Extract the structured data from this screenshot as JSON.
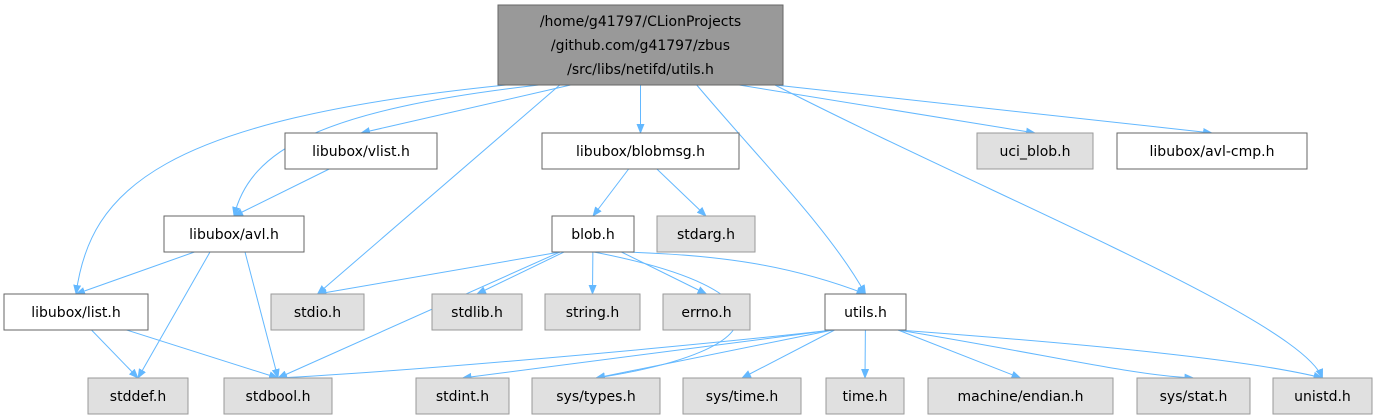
{
  "colors": {
    "edge": "#63b8ff",
    "root_fill": "#999999",
    "root_stroke": "#666666",
    "project_fill": "#ffffff",
    "project_stroke": "#666666",
    "system_fill": "#e0e0e0",
    "system_stroke": "#999999"
  },
  "nodes": {
    "root": {
      "lines": [
        "/home/g41797/CLionProjects",
        "/github.com/g41797/zbus",
        "/src/libs/netifd/utils.h"
      ],
      "kind": "root"
    },
    "vlist": {
      "lines": [
        "libubox/vlist.h"
      ],
      "kind": "project"
    },
    "blobmsg": {
      "lines": [
        "libubox/blobmsg.h"
      ],
      "kind": "project"
    },
    "uci_blob": {
      "lines": [
        "uci_blob.h"
      ],
      "kind": "system"
    },
    "avlcmp": {
      "lines": [
        "libubox/avl-cmp.h"
      ],
      "kind": "project"
    },
    "avl": {
      "lines": [
        "libubox/avl.h"
      ],
      "kind": "project"
    },
    "blob": {
      "lines": [
        "blob.h"
      ],
      "kind": "project"
    },
    "stdarg": {
      "lines": [
        "stdarg.h"
      ],
      "kind": "system"
    },
    "list": {
      "lines": [
        "libubox/list.h"
      ],
      "kind": "project"
    },
    "stdio": {
      "lines": [
        "stdio.h"
      ],
      "kind": "system"
    },
    "stdlib": {
      "lines": [
        "stdlib.h"
      ],
      "kind": "system"
    },
    "string": {
      "lines": [
        "string.h"
      ],
      "kind": "system"
    },
    "errno": {
      "lines": [
        "errno.h"
      ],
      "kind": "system"
    },
    "utils": {
      "lines": [
        "utils.h"
      ],
      "kind": "project"
    },
    "stddef": {
      "lines": [
        "stddef.h"
      ],
      "kind": "system"
    },
    "stdbool": {
      "lines": [
        "stdbool.h"
      ],
      "kind": "system"
    },
    "stdint": {
      "lines": [
        "stdint.h"
      ],
      "kind": "system"
    },
    "systypes": {
      "lines": [
        "sys/types.h"
      ],
      "kind": "system"
    },
    "systime": {
      "lines": [
        "sys/time.h"
      ],
      "kind": "system"
    },
    "time": {
      "lines": [
        "time.h"
      ],
      "kind": "system"
    },
    "endian": {
      "lines": [
        "machine/endian.h"
      ],
      "kind": "system"
    },
    "sysstat": {
      "lines": [
        "sys/stat.h"
      ],
      "kind": "system"
    },
    "unistd": {
      "lines": [
        "unistd.h"
      ],
      "kind": "system"
    }
  },
  "edges": [
    [
      "root",
      "vlist"
    ],
    [
      "root",
      "blobmsg"
    ],
    [
      "root",
      "uci_blob"
    ],
    [
      "root",
      "avlcmp"
    ],
    [
      "root",
      "avl"
    ],
    [
      "root",
      "list"
    ],
    [
      "root",
      "stdio"
    ],
    [
      "root",
      "utils"
    ],
    [
      "root",
      "unistd"
    ],
    [
      "vlist",
      "avl"
    ],
    [
      "avl",
      "list"
    ],
    [
      "avl",
      "stddef"
    ],
    [
      "avl",
      "stdbool"
    ],
    [
      "list",
      "stddef"
    ],
    [
      "list",
      "stdbool"
    ],
    [
      "blobmsg",
      "blob"
    ],
    [
      "blobmsg",
      "stdarg"
    ],
    [
      "blob",
      "stdio"
    ],
    [
      "blob",
      "stdlib"
    ],
    [
      "blob",
      "string"
    ],
    [
      "blob",
      "errno"
    ],
    [
      "blob",
      "utils"
    ],
    [
      "blob",
      "stdbool"
    ],
    [
      "blob",
      "systypes"
    ],
    [
      "utils",
      "stdbool"
    ],
    [
      "utils",
      "stdint"
    ],
    [
      "utils",
      "systypes"
    ],
    [
      "utils",
      "systime"
    ],
    [
      "utils",
      "time"
    ],
    [
      "utils",
      "endian"
    ],
    [
      "utils",
      "sysstat"
    ],
    [
      "utils",
      "unistd"
    ]
  ]
}
